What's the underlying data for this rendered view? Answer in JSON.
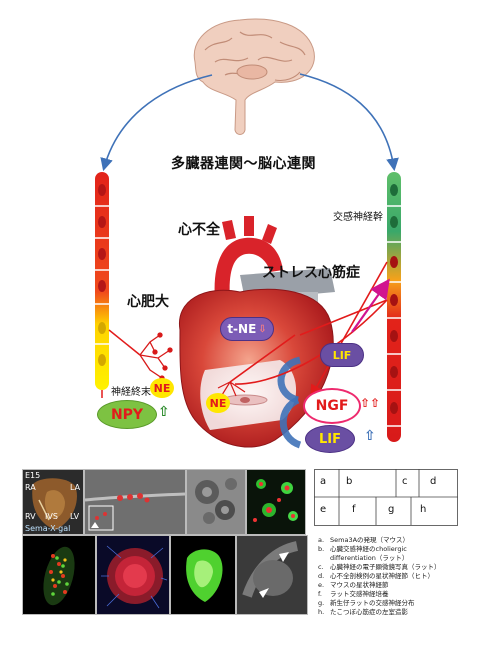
{
  "title": "多臓器連関〜脳心連関",
  "labels": {
    "heart_failure": "心不全",
    "stress_cardiomyopathy": "ストレス心筋症",
    "hypertrophy": "心肥大",
    "sympathetic_trunk": "交感神経幹",
    "nerve_terminal": "神経終末"
  },
  "badges": {
    "ne_left": "NE",
    "ne_heart": "NE",
    "npy": "NPY",
    "tne": "t-NE",
    "lif_upper": "LIF",
    "ngf": "NGF",
    "lif_lower": "LIF"
  },
  "arrows": {
    "npy_up": "⇧",
    "tne_down": "⇩",
    "ngf_up": "⇧⇧",
    "lif_up": "⇧"
  },
  "panels": {
    "a_tags": [
      "E15",
      "RA",
      "LA",
      "RV",
      "IVS",
      "LV",
      "Sema-X-gal"
    ]
  },
  "grid": {
    "row1": [
      "a",
      "b",
      "c",
      "d"
    ],
    "row2": [
      "e",
      "f",
      "g",
      "h"
    ]
  },
  "legend": [
    {
      "key": "a.",
      "text": "Sema3Aの発現（マウス）"
    },
    {
      "key": "b.",
      "text": "心臓交感神経のcholiergic"
    },
    {
      "key": "",
      "text": "differentiation（ラット）"
    },
    {
      "key": "c.",
      "text": "心臓神経の電子顕微鏡写真（ラット）"
    },
    {
      "key": "d.",
      "text": "心不全剖検例の星状神経節（ヒト）"
    },
    {
      "key": "e.",
      "text": "マウスの星状神経節"
    },
    {
      "key": "f.",
      "text": "ラット交感神経培養"
    },
    {
      "key": "g.",
      "text": "新生仔ラットの交感神経分布"
    },
    {
      "key": "h.",
      "text": "たこつぼ心筋症の左室造影"
    }
  ],
  "colors": {
    "arrow_blue": "#3f72b8",
    "nerve_red": "#e21b1b",
    "nerve_yellow": "#f7e81a",
    "pill_green": "#7dc242",
    "pill_purple": "#6a4fa3",
    "ne_yellow": "#ffe600",
    "heart_red": "#d9232a"
  }
}
